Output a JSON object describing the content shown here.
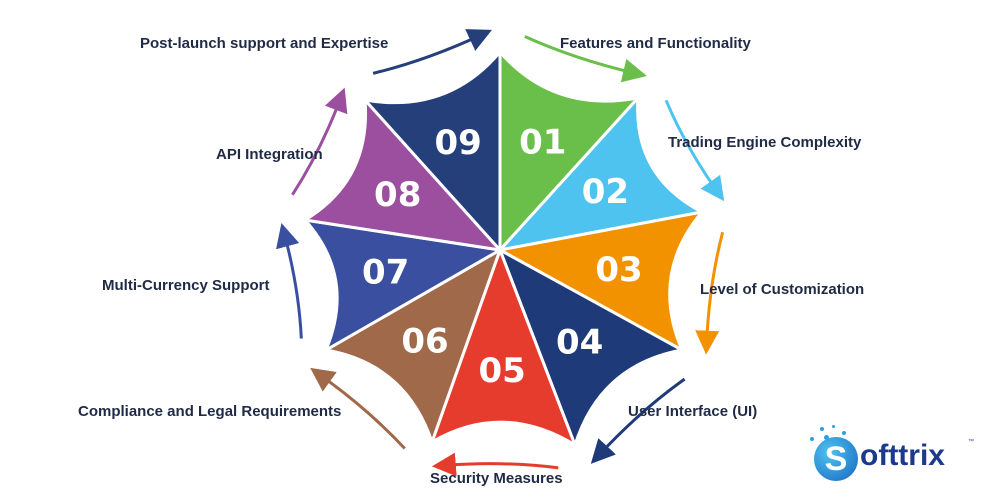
{
  "segments": [
    {
      "number": "01",
      "label": "Features and Functionality",
      "color": "#6abf4b"
    },
    {
      "number": "02",
      "label": "Trading Engine Complexity",
      "color": "#4fc3f0"
    },
    {
      "number": "03",
      "label": "Level of Customization",
      "color": "#f39200"
    },
    {
      "number": "04",
      "label": "User Interface (UI)",
      "color": "#1e3a78"
    },
    {
      "number": "05",
      "label": "Security Measures",
      "color": "#e63c2e"
    },
    {
      "number": "06",
      "label": "Compliance and Legal Requirements",
      "color": "#a0694a"
    },
    {
      "number": "07",
      "label": "Multi-Currency Support",
      "color": "#3a4fa0"
    },
    {
      "number": "08",
      "label": "API Integration",
      "color": "#9b4f9e"
    },
    {
      "number": "09",
      "label": "Post-launch support and Expertise",
      "color": "#243f7a"
    }
  ],
  "logo": {
    "text": "Softtrix",
    "tm": "™"
  }
}
